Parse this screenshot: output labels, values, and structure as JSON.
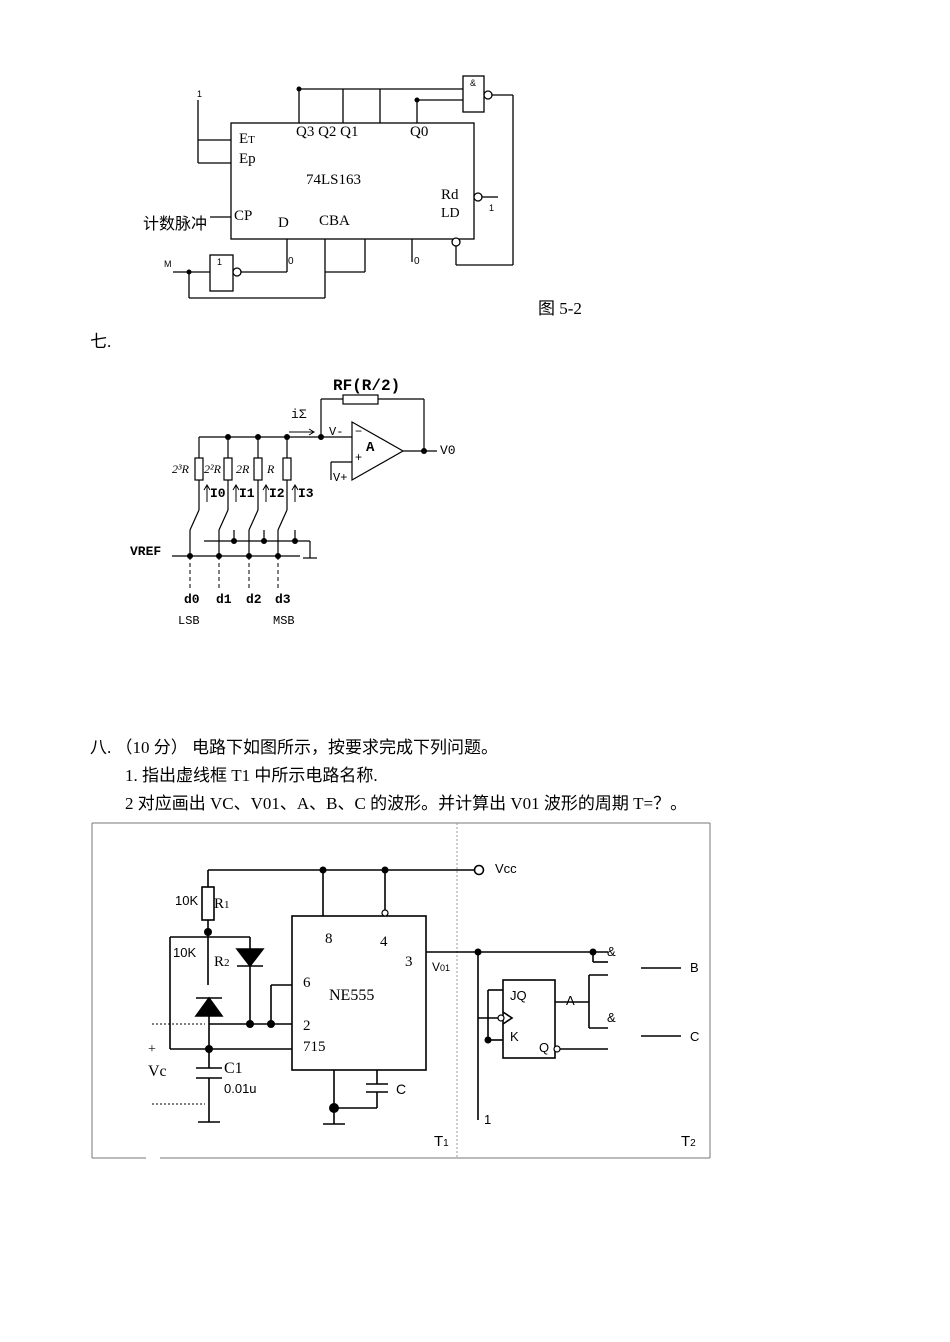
{
  "fig1": {
    "one_top": "1",
    "et": "ET",
    "ep": "Ep",
    "q_labels": "Q3 Q2 Q1",
    "q0": "Q0",
    "chip": "74LS163",
    "rd": "Rd",
    "ld": "LD",
    "cp": "CP",
    "count_pulse": "计数脉冲",
    "d": "D",
    "cba": "CBA",
    "m": "M",
    "inv": "1",
    "zero_a": "0",
    "zero_b": "0",
    "one_right": "1",
    "and": "&",
    "caption": "图  5-2"
  },
  "section7": {
    "title": "七.",
    "rf": "RF(R/2)",
    "isum": "iΣ",
    "vminus": "V-",
    "vplus": "V+",
    "opamp": "A",
    "vo": "V0",
    "r3": "2³R",
    "r2": "2²R",
    "r1": "2R",
    "r0": "R",
    "i0": "I0",
    "i1": "I1",
    "i2": "I2",
    "i3": "I3",
    "vref": "VREF",
    "d0": "d0",
    "d1": "d1",
    "d2": "d2",
    "d3": "d3",
    "lsb": "LSB",
    "msb": "MSB"
  },
  "section8": {
    "title": "八.  （10 分）  电路下如图所示，按要求完成下列问题。",
    "q1": "1.   指出虚线框  T1 中所示电路名称.",
    "q2": "2   对应画出 VC、V01、A、B、C 的波形。并计算出 V01 波形的周期 T=？。",
    "vcc": "Vcc",
    "r1_val": "10K",
    "r1": "R1",
    "r2_val": "10K",
    "r2": "R2",
    "chip": "NE555",
    "p8": "8",
    "p4": "4",
    "p3": "3",
    "p6": "6",
    "p2": "2",
    "p715": "715",
    "v01": "V01",
    "plus": "+",
    "vc": "Vc",
    "c1": "C1",
    "c1_val": "0.01u",
    "c": "C",
    "jq": "JQ",
    "k": "K",
    "q": "Q",
    "a": "A",
    "and1": "&",
    "and2": "&",
    "b_out": "B",
    "c_out": "C",
    "one": "1",
    "t1": "T1",
    "t2": "T2"
  }
}
